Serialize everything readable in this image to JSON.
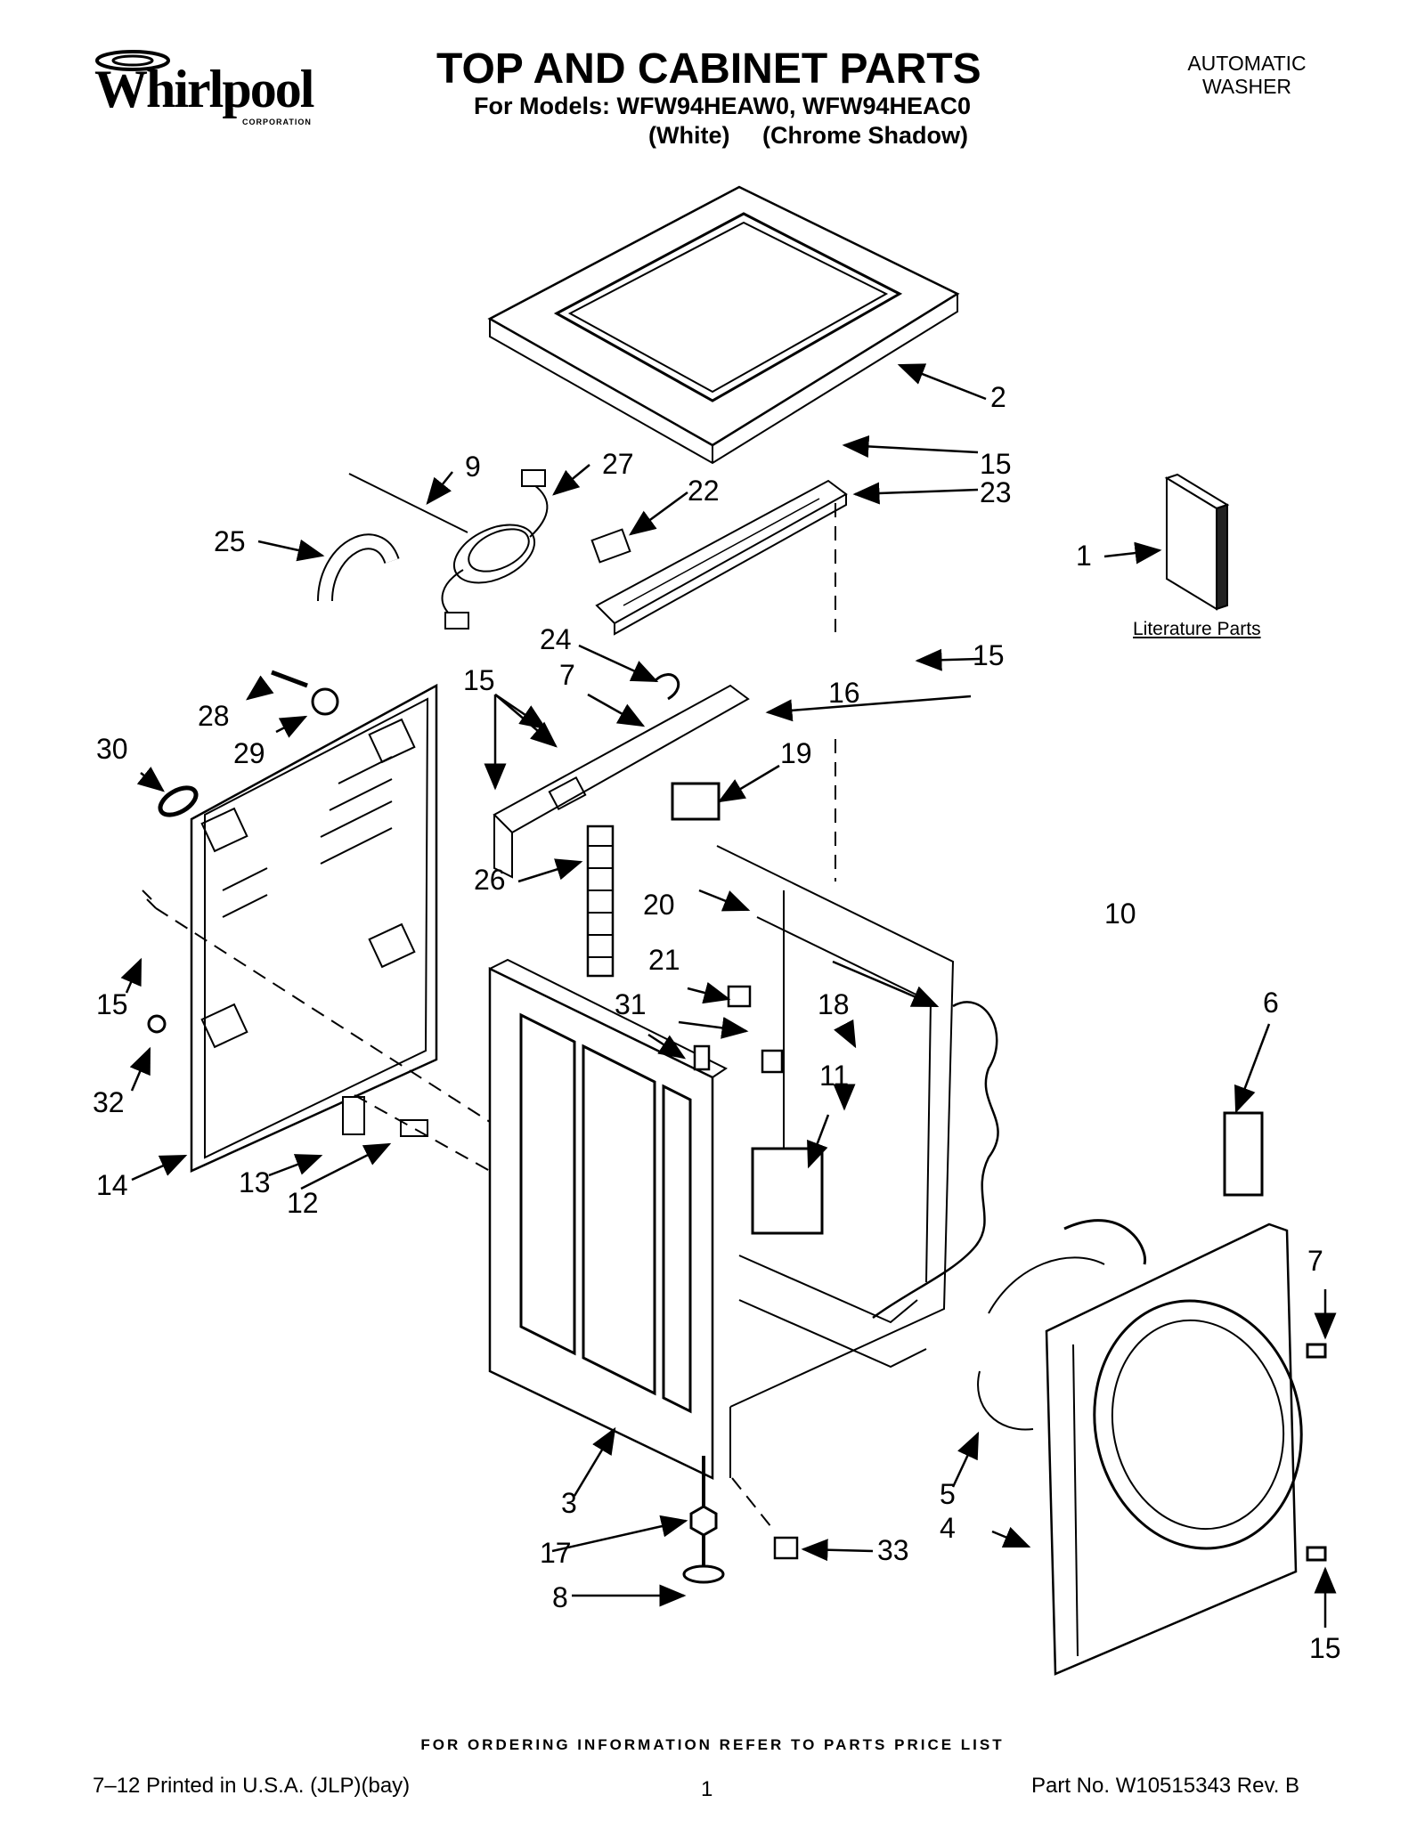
{
  "header": {
    "brand": "Whirlpool",
    "brand_sub": "CORPORATION",
    "title": "TOP AND CABINET PARTS",
    "models_line": "For Models: WFW94HEAW0, WFW94HEAC0",
    "variant_white": "(White)",
    "variant_chrome": "(Chrome Shadow)",
    "product_type_line1": "AUTOMATIC",
    "product_type_line2": "WASHER"
  },
  "diagram": {
    "literature_label": "Literature Parts",
    "callouts": {
      "c1": "1",
      "c2": "2",
      "c3": "3",
      "c4": "4",
      "c5": "5",
      "c6": "6",
      "c7a": "7",
      "c7b": "7",
      "c8": "8",
      "c9": "9",
      "c10": "10",
      "c11": "11",
      "c12": "12",
      "c13": "13",
      "c14": "14",
      "c15a": "15",
      "c15b": "15",
      "c15c": "15",
      "c15d": "15",
      "c15e": "15",
      "c16": "16",
      "c17": "17",
      "c18": "18",
      "c19": "19",
      "c20": "20",
      "c21": "21",
      "c22": "22",
      "c23": "23",
      "c24": "24",
      "c25": "25",
      "c26": "26",
      "c27": "27",
      "c28": "28",
      "c29": "29",
      "c30": "30",
      "c31": "31",
      "c32": "32",
      "c33": "33"
    }
  },
  "footer": {
    "ordering_note": "FOR ORDERING INFORMATION REFER TO PARTS PRICE LIST",
    "print_info": "7–12 Printed in U.S.A. (JLP)(bay)",
    "page_number": "1",
    "part_number": "Part No. W10515343 Rev. B"
  }
}
